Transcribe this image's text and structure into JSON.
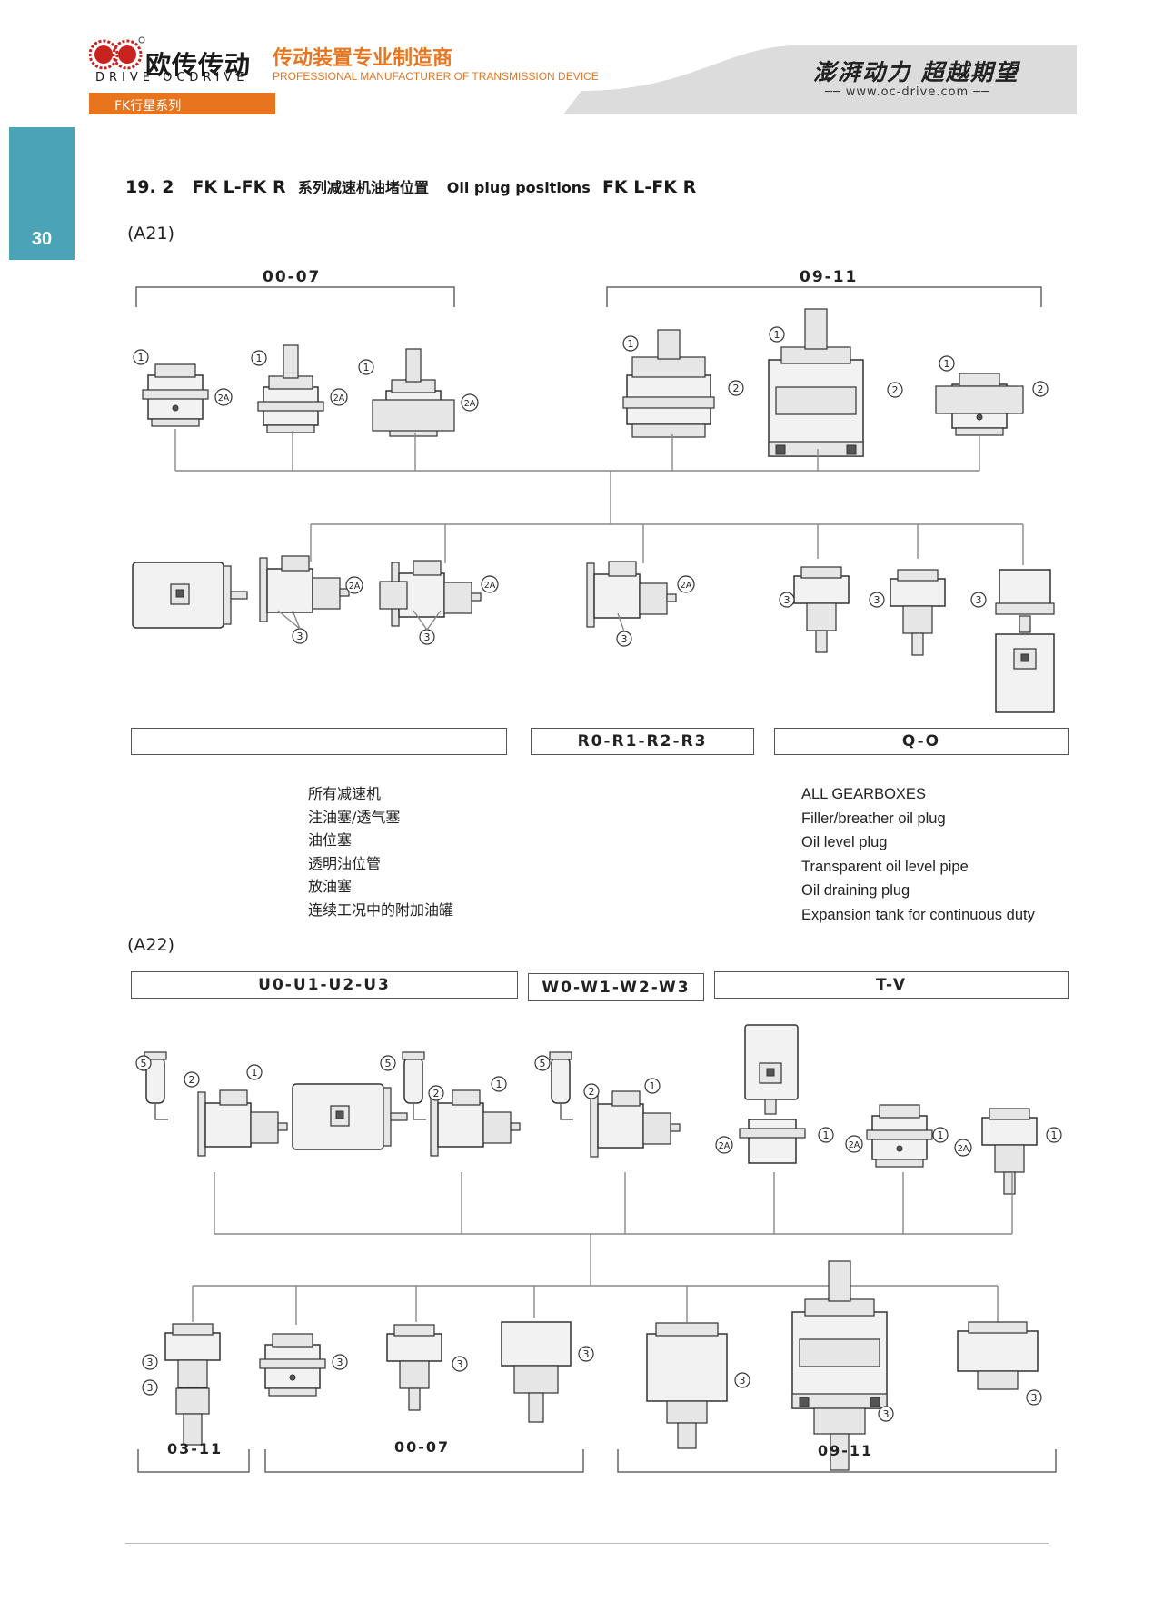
{
  "header": {
    "logo_cn": "欧传传动",
    "logo_en": "DRIVE OCDRIVE",
    "slogan_cn": "传动装置专业制造商",
    "slogan_en": "PROFESSIONAL MANUFACTURER OF TRANSMISSION DEVICE",
    "motto": "澎湃动力 超越期望",
    "url": "www.oc-drive.com",
    "series": "FK行星系列",
    "page_number": "30"
  },
  "section": {
    "number": "19. 2",
    "code_a": "FK L-FK R",
    "title_cn": "系列减速机油堵位置",
    "title_en": "Oil plug positions",
    "code_b": "FK L-FK R"
  },
  "a21": {
    "label": "(A21)",
    "group_left": "00-07",
    "group_right": "09-11",
    "box_mid": "R0-R1-R2-R3",
    "box_right": "Q-O"
  },
  "legend": {
    "cn": [
      "所有减速机",
      "注油塞/透气塞",
      "油位塞",
      "透明油位管",
      "放油塞",
      "连续工况中的附加油罐"
    ],
    "en": [
      "ALL GEARBOXES",
      "Filler/breather oil plug",
      "Oil level plug",
      "Transparent oil level pipe",
      "Oil draining plug",
      "Expansion tank for continuous duty"
    ]
  },
  "a22": {
    "label": "(A22)",
    "box_u": "U0-U1-U2-U3",
    "box_w": "W0-W1-W2-W3",
    "box_t": "T-V",
    "bottom_left": "03-11",
    "bottom_mid": "00-07",
    "bottom_right": "09-11"
  },
  "markers": [
    "1",
    "2",
    "2A",
    "3",
    "5"
  ],
  "colors": {
    "accent": "#e8741e",
    "tab": "#4aa3b6"
  }
}
